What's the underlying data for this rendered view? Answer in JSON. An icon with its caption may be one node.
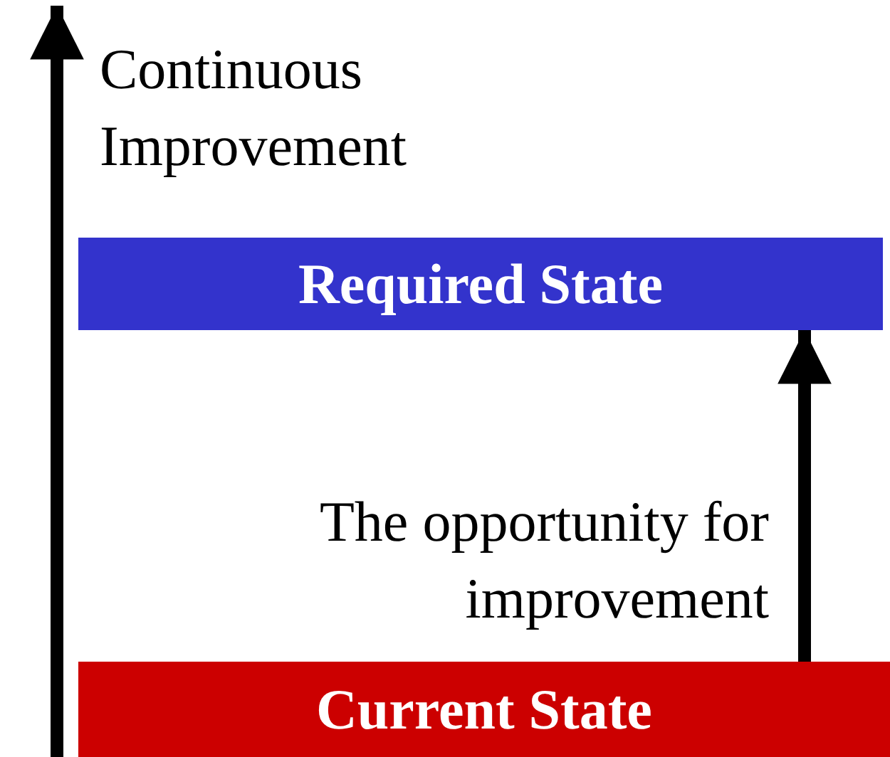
{
  "diagram": {
    "nodes": [
      {
        "text": [
          "Required State"
        ]
      },
      {
        "text": [
          "Current State"
        ]
      }
    ],
    "edges": [
      {
        "from": 1,
        "to": 0,
        "arrow": "to",
        "label": "The opportunity for improvement"
      }
    ],
    "labels": [
      "Continuous Improvement"
    ]
  }
}
